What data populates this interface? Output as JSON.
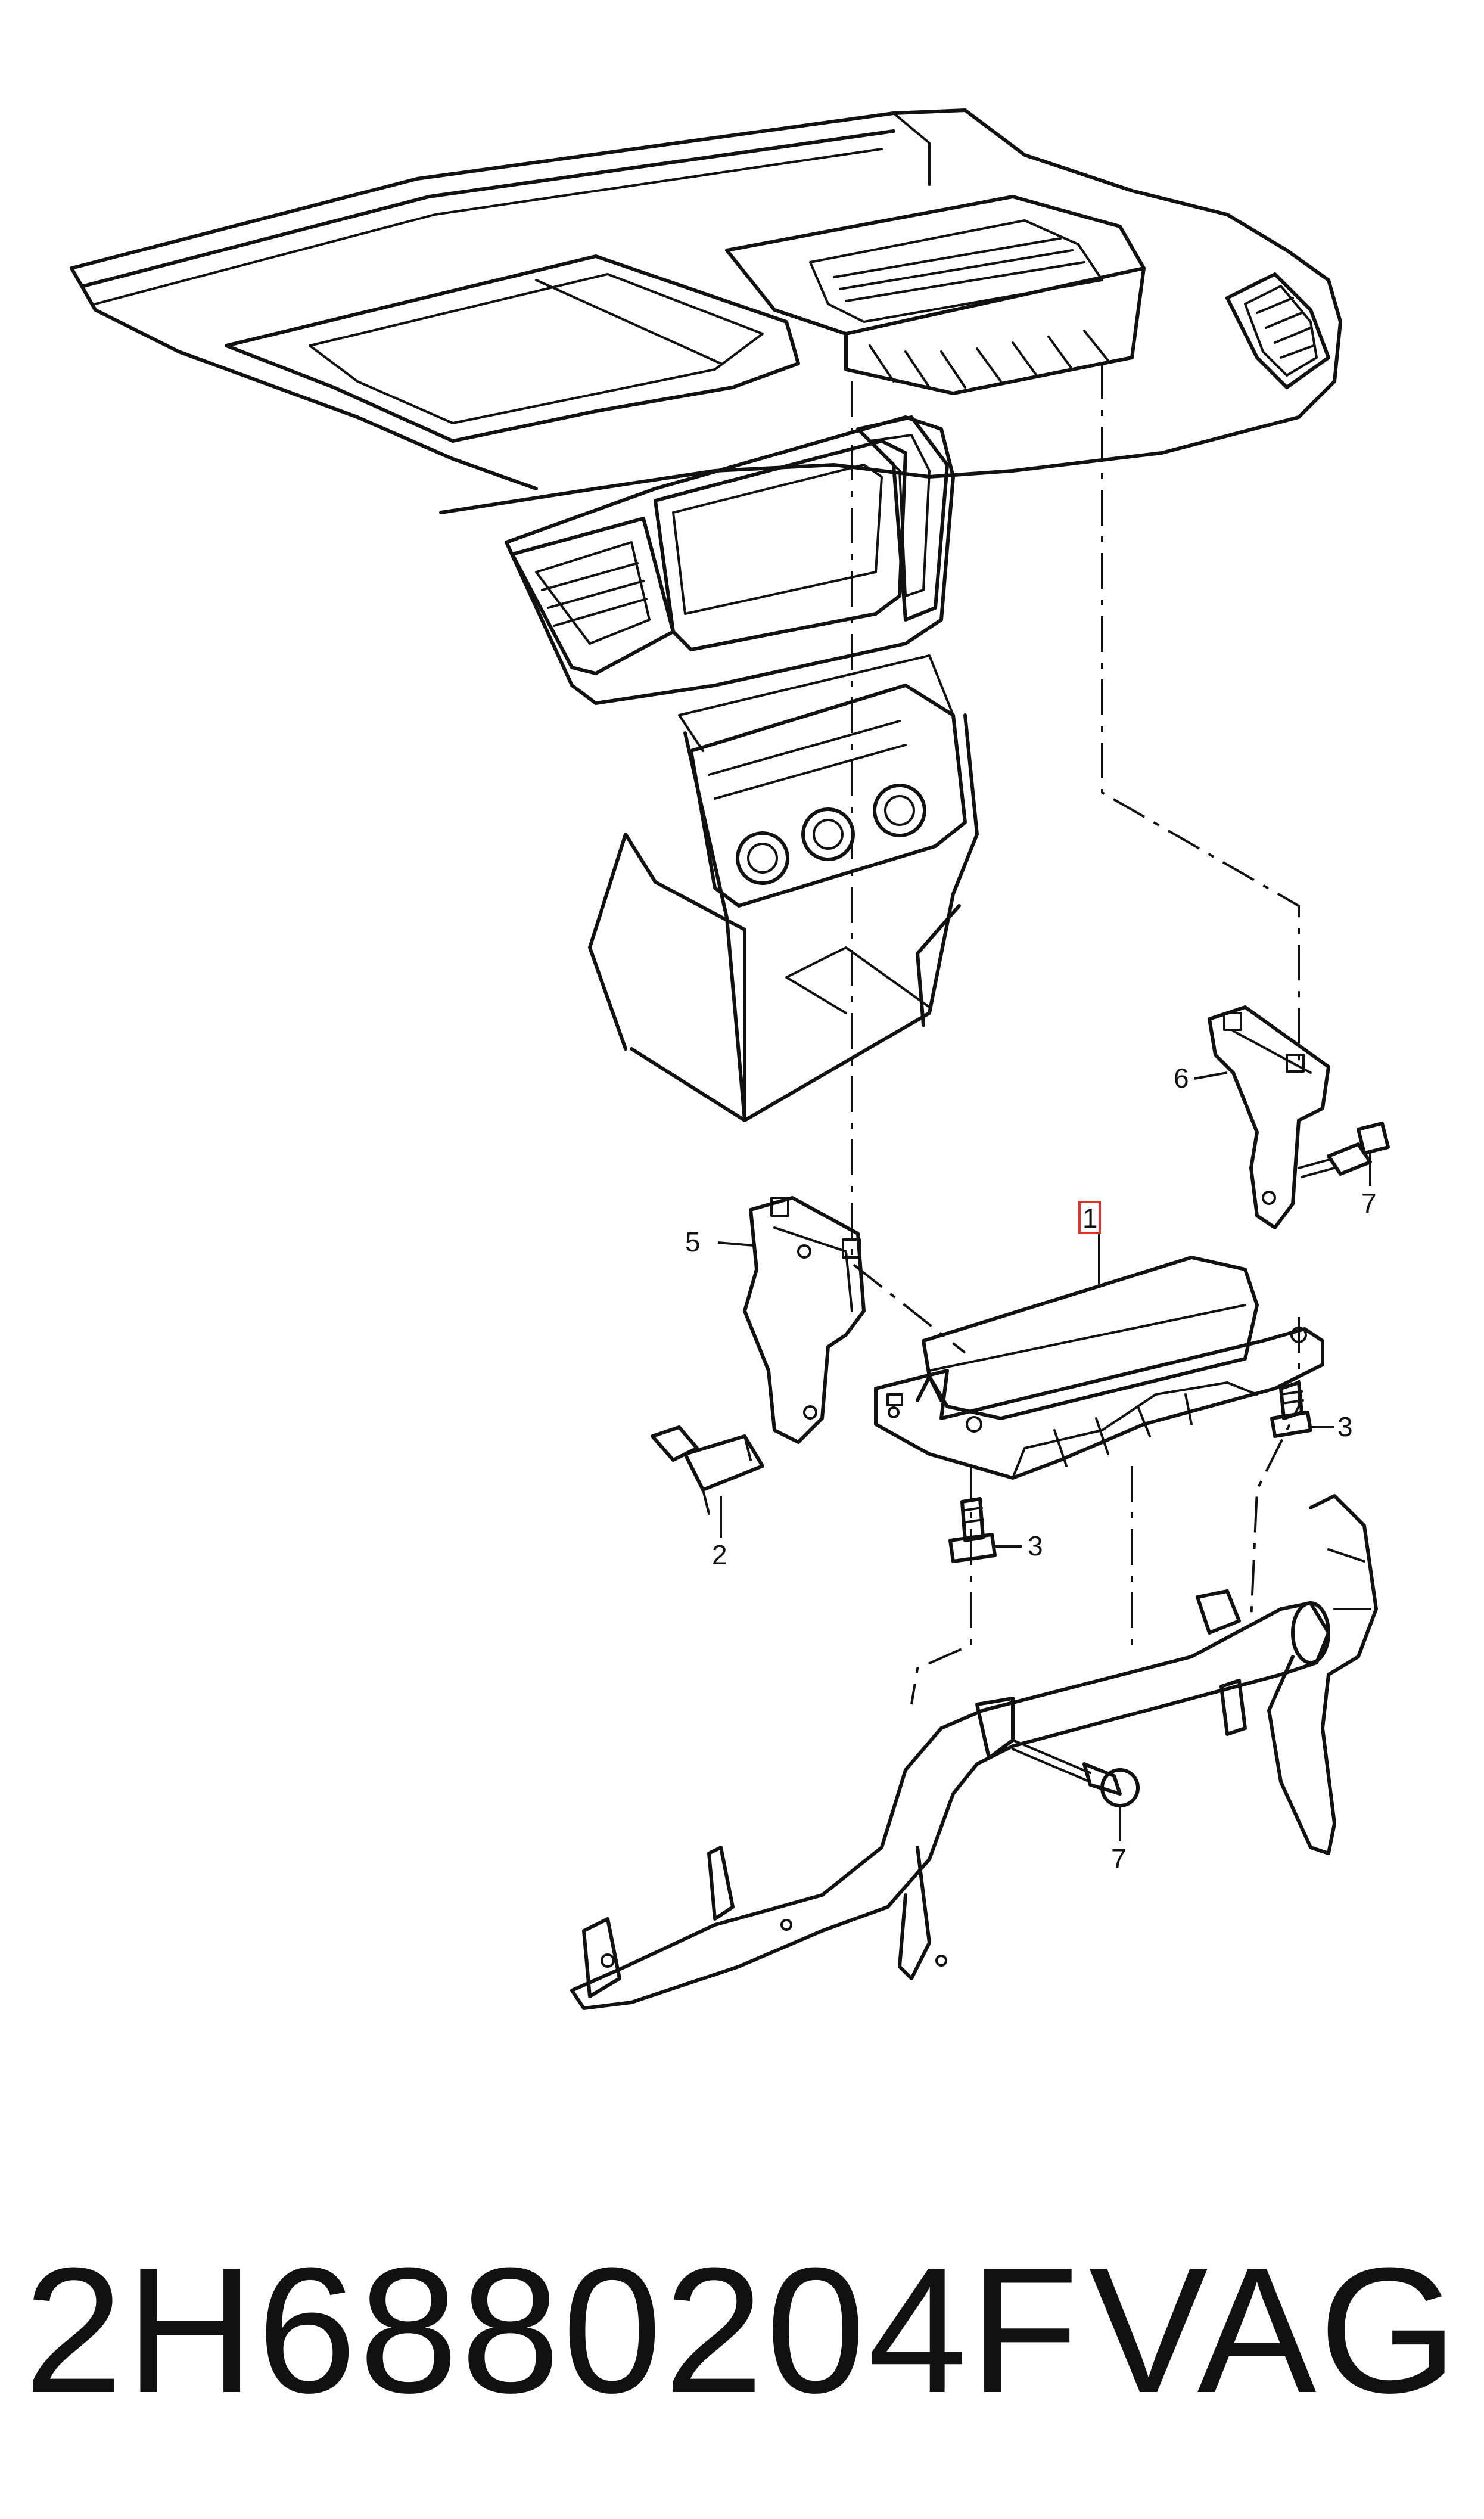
{
  "callouts": {
    "c1": "1",
    "c2": "2",
    "c3a": "3",
    "c3b": "3",
    "c5": "5",
    "c6": "6",
    "c7a": "7",
    "c7b": "7"
  },
  "part_number": "2H6880204F",
  "brand": "VAG",
  "highlight_color": "#e03030"
}
